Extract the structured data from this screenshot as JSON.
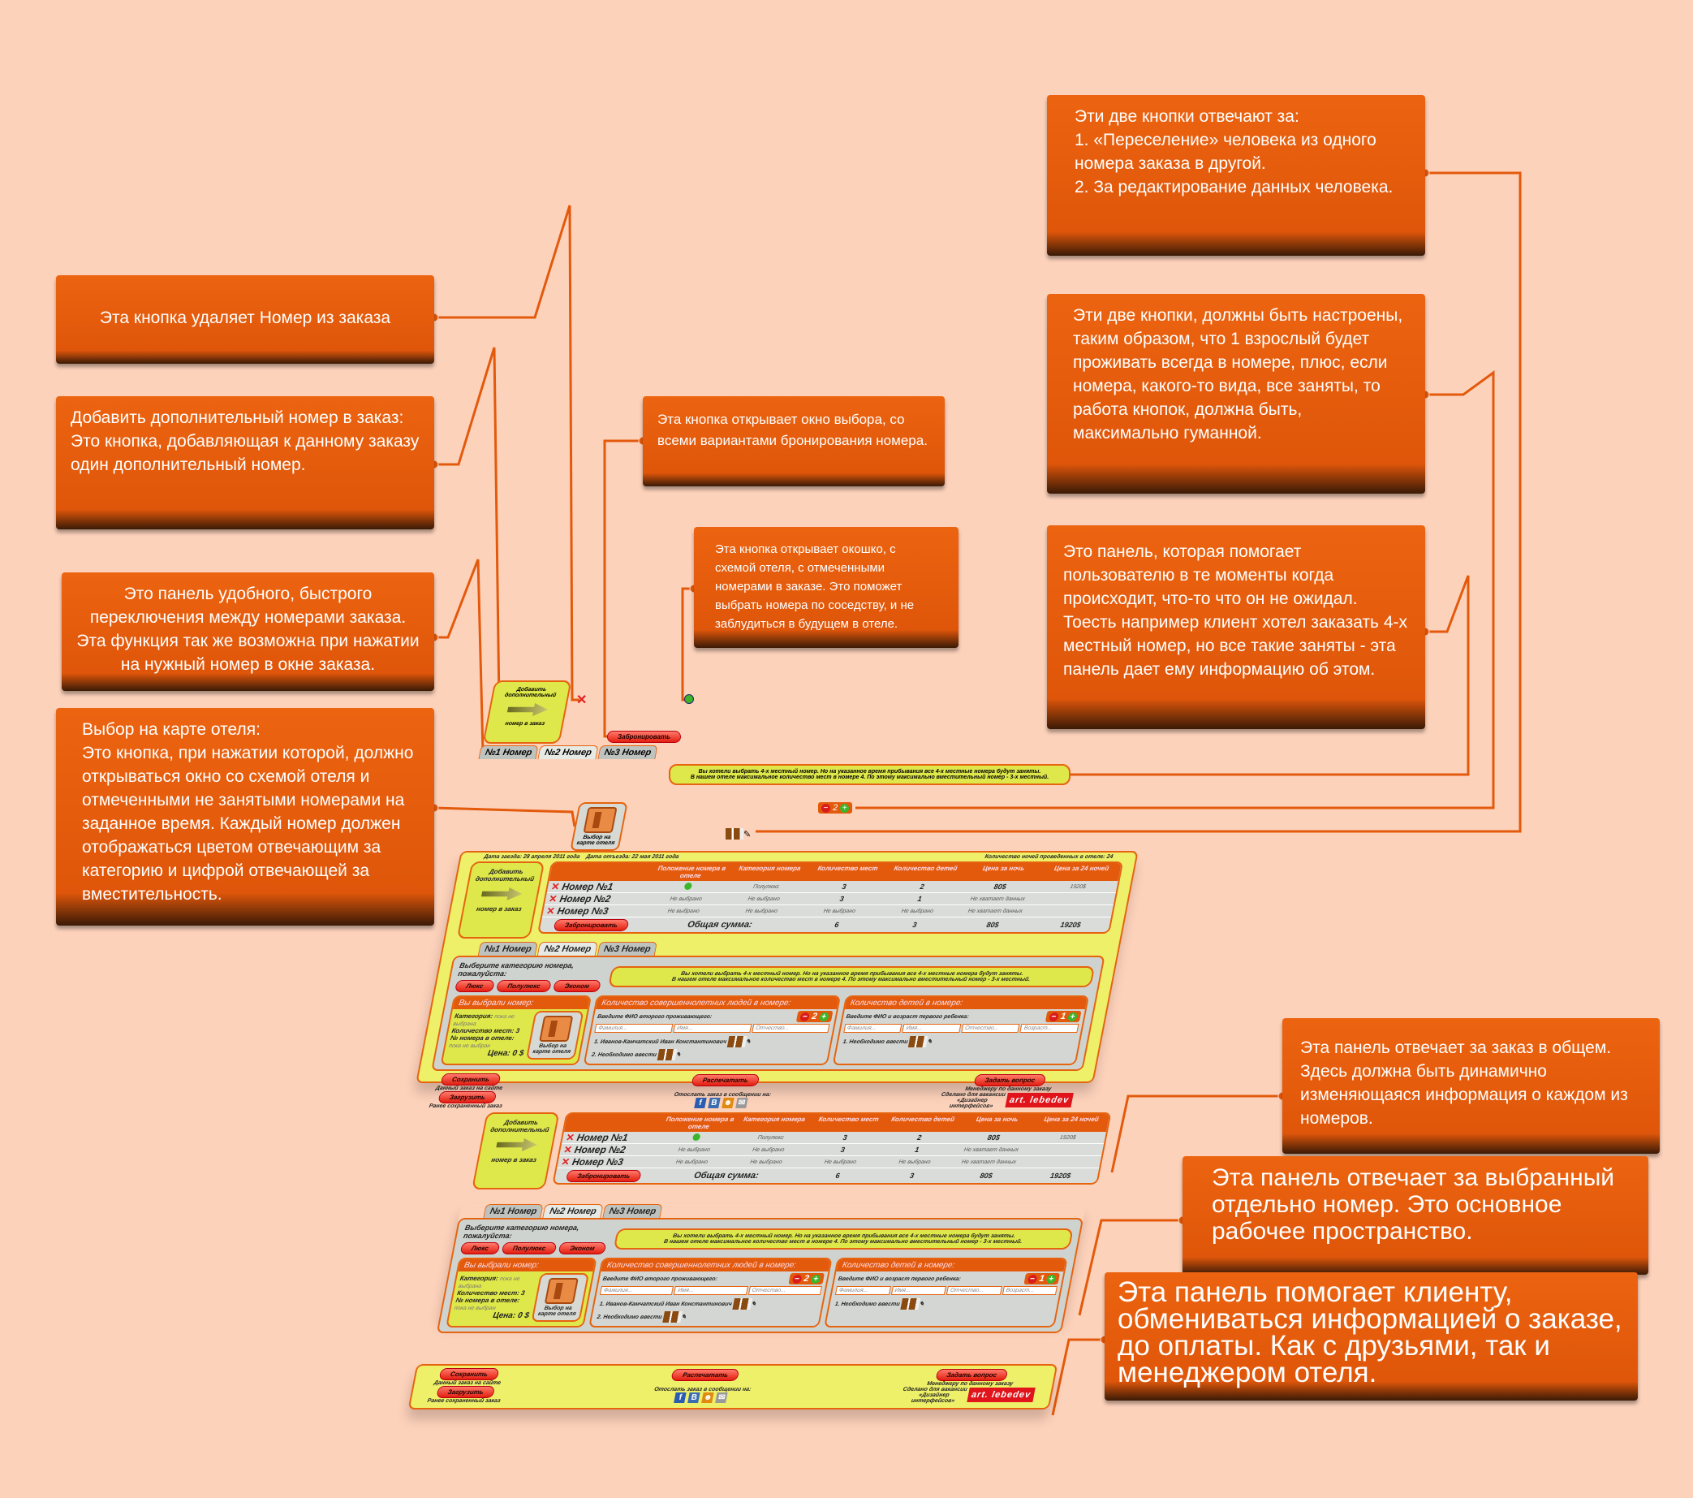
{
  "notes": {
    "delete_room": "Эта кнопка удаляет Номер из заказа",
    "add_room": "Добавить дополнительный номер в заказ:\n      Это кнопка, добавляющая к данному заказу один дополнительный номер.",
    "tabs_panel": "Это панель удобного, быстрого переключения между номерами заказа. Эта функция так же возможна при нажатии на нужный номер в окне заказа.",
    "map_choice": "Выбор на карте отеля:\nЭто кнопка, при нажатии которой, должно открываться окно со схемой отеля и отмеченными не занятыми номерами на заданное время. Каждый номер должен отображаться цветом отвечающим за категорию и цифрой отвечающей за вместительность.",
    "booking": "Эта кнопка открывает окно выбора, со всеми вариантами бронирования номера.",
    "hotel_scheme": "Эта кнопка открывает окошко, с схемой отеля, с отмеченными номерами в заказе. Это поможет выбрать номера по соседству, и не заблудиться в будущем в отеле.",
    "two_buttons_move": "Эти две кнопки отвечают за:\n1. «Переселение» человека из одного номера заказа в другой.\n2. За редактирование данных человека.",
    "two_buttons_counter": "Эти две кнопки, должны быть настроены, таким образом, что 1 взрослый будет проживать всегда в номере, плюс, если номера, какого-то вида, все заняты, то работа кнопок, должна быть, максимально гуманной.",
    "info_panel": "Это панель, которая помогает пользователю в те моменты когда происходит, что-то что он не ожидал. Тоесть например клиент хотел заказать 4-х местный номер, но все такие заняты - эта панель дает ему информацию об этом.",
    "order_panel": "Эта панель отвечает за заказ в общем. Здесь должна быть динамично изменяющаяся информация о каждом из номеров.",
    "room_panel": "Эта панель отвечает за выбранный отдельно номер. Это основное рабочее пространство.",
    "share_panel": "Эта панель помогает клиенту, обмениваться информацией о заказе, до оплаты. Как с друзьями, так и менеджером отеля."
  },
  "order": {
    "arrival": "Дата заезда: 28 апреля 2011 года",
    "departure": "Дата отъезда: 22 мая 2011 года",
    "nights": "Количество ночей проведенных в отеле: 24",
    "add_button": {
      "line1": "Добавить дополнительный",
      "line2": "номер в заказ"
    },
    "columns": [
      "",
      "Положение номера в отеле",
      "Категория номера",
      "Количество мест",
      "Количество детей",
      "Цена за ночь",
      "Цена за 24 ночей"
    ],
    "rows": [
      {
        "name": "Номер №1",
        "position": "",
        "category": "Полулюкс",
        "places": "3",
        "children": "2",
        "price_night": "80$",
        "price_total": "1920$"
      },
      {
        "name": "Номер №2",
        "position": "Не выбрано",
        "category": "Не выбрано",
        "places": "3",
        "children": "1",
        "price_night": "Не хватает данных",
        "price_total": ""
      },
      {
        "name": "Номер №3",
        "position": "Не выбрано",
        "category": "Не выбрано",
        "places": "Не выбрано",
        "children": "Не выбрано",
        "price_night": "Не хватает данных",
        "price_total": ""
      }
    ],
    "book_button": "Забронировать",
    "total_label": "Общая сумма:",
    "total": {
      "places": "6",
      "children": "3",
      "price_night": "80$",
      "price_total": "1920$"
    }
  },
  "tabs": [
    "№1 Номер",
    "№2 Номер",
    "№3 Номер"
  ],
  "active_tab": 1,
  "room": {
    "category_prompt": "Выберите категорию номера, пожалуйста:",
    "categories": [
      "Люкс",
      "Полулюкс",
      "Эконом"
    ],
    "message": "Вы хотели выбрать 4-х местный номер. Но на указанное время прибывания все 4-х местные номера будут заняты.\nВ нашем отеле максимальное количество мест в номере 4. По этому максимально вместительный номер - 3-х местный.",
    "chosen": {
      "title": "Вы выбрали номер:",
      "category_label": "Категория:",
      "category_value": "пока не выбрана",
      "places_label": "Количество мест:",
      "places_value": "3",
      "number_label": "№ номера в отеле:",
      "number_value": "пока не выбран",
      "price_label": "Цена:",
      "price_value": "0",
      "currency": "$",
      "map_button": "Выбор на карте отеля"
    },
    "adults": {
      "title": "Количество совершеннолетних людей в номере:",
      "prompt": "Введите ФИО второго проживающего:",
      "count": "2",
      "placeholders": [
        "Фамилия...",
        "Имя...",
        "Отчество..."
      ],
      "people": [
        "1. Иванов-Камчатский Иван Константинович",
        "2. Необходимо ввести"
      ]
    },
    "children": {
      "title": "Количество детей в номере:",
      "prompt": "Введите ФИО и возраст первого ребенка:",
      "count": "1",
      "placeholders": [
        "Фамилия...",
        "Имя...",
        "Отчество...",
        "Возраст..."
      ],
      "people": [
        "1. Необходимо ввести"
      ]
    }
  },
  "footer": {
    "save": "Сохранить",
    "save_sub": "Данный заказ на сайте",
    "load": "Загрузить",
    "load_sub": "Ранее сохраненный заказ",
    "print": "Распечатать",
    "share_label": "Отослать заказ в сообщении на:",
    "share_icons": [
      "facebook-icon",
      "vkontakte-icon",
      "moi-mir-icon",
      "email-icon"
    ],
    "ask": "Задать вопрос",
    "ask_sub": "Менеджеру по данному заказу",
    "made_for": "Сделано для вакансии «Дизайнер интерфейсов»",
    "logo": "art. lebedev"
  },
  "colors": {
    "accent": "#e35a0c",
    "background": "#fdd2bb",
    "panel": "#eef06a",
    "button": "#e21e10"
  }
}
